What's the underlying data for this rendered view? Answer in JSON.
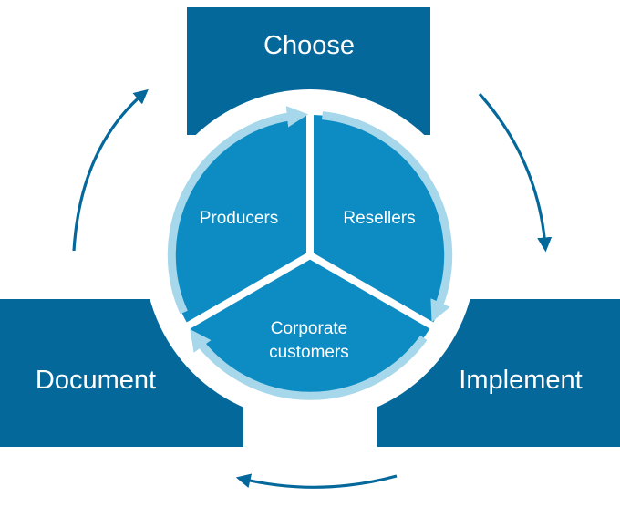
{
  "boxes": {
    "top": {
      "label": "Choose"
    },
    "right": {
      "label": "Implement"
    },
    "left": {
      "label": "Document"
    }
  },
  "segments": {
    "left": {
      "label": "Producers"
    },
    "right": {
      "label": "Resellers"
    },
    "bottom": {
      "line1": "Corporate",
      "line2": "customers"
    }
  },
  "colors": {
    "box_fill": "#05689b",
    "segment_fill": "#0c8cc2",
    "ring": "#a7d7ea",
    "arrow": "#05689b",
    "background": "#ffffff"
  },
  "icons": {
    "cycle": "clockwise-cycle-arrows",
    "inner": "clockwise-ring-arrows"
  }
}
